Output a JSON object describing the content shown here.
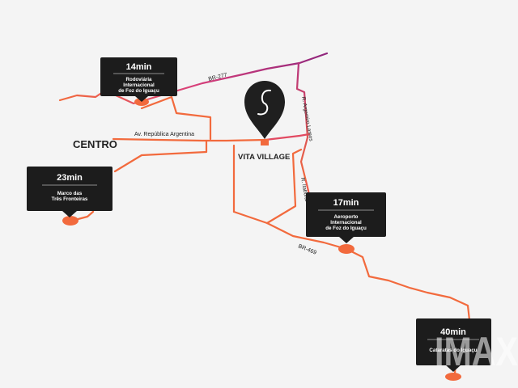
{
  "map": {
    "center_label": "VITA VILLAGE",
    "district_label": "CENTRO",
    "roads": {
      "br277": "BR-277",
      "br469": "BR-469",
      "republica": "Av. República Argentina",
      "argemiro": "R. Argemiro Lamos",
      "itaboral": "R. Itaboral"
    },
    "destinations": [
      {
        "time": "14min",
        "name_lines": [
          "Rodoviária",
          "Internacional",
          "de Foz do Iguaçu"
        ]
      },
      {
        "time": "23min",
        "name_lines": [
          "Marco das",
          "Três Fronteiras"
        ]
      },
      {
        "time": "17min",
        "name_lines": [
          "Aeroporto",
          "Internacional",
          "de Foz do Iguaçu"
        ]
      },
      {
        "time": "40min",
        "name_lines": [
          "Cataratas do Iguaçu"
        ]
      }
    ],
    "watermark": "IMAX",
    "colors": {
      "route_orange": "#f26a3d",
      "route_pink": "#d8407a",
      "route_purple": "#9a2a7d",
      "callout_bg": "#1c1c1c",
      "pin": "#1f1f1f",
      "background": "#f4f4f4"
    },
    "icons": {
      "brand_logo": "s-curve-logo-icon",
      "destination_marker": "orange-dot-icon"
    }
  }
}
